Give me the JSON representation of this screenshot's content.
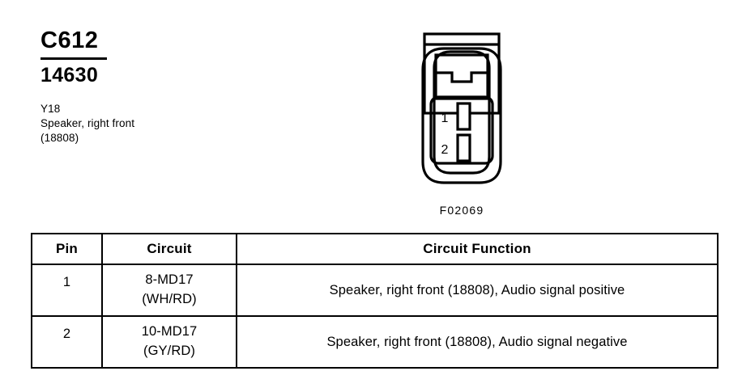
{
  "header": {
    "connector_id": "C612",
    "part_number": "14630",
    "ref_code": "Y18",
    "description": "Speaker, right front",
    "component_number": "(18808)"
  },
  "figure": {
    "caption": "F02069",
    "pin_labels": [
      "1",
      "2"
    ]
  },
  "table": {
    "columns": [
      "Pin",
      "Circuit",
      "Circuit Function"
    ],
    "rows": [
      {
        "pin": "1",
        "circuit_code": "8-MD17",
        "circuit_color": "(WH/RD)",
        "function": "Speaker, right front (18808), Audio signal positive"
      },
      {
        "pin": "2",
        "circuit_code": "10-MD17",
        "circuit_color": "(GY/RD)",
        "function": "Speaker, right front (18808), Audio signal negative"
      }
    ]
  },
  "colors": {
    "ink": "#000000",
    "paper": "#ffffff"
  }
}
